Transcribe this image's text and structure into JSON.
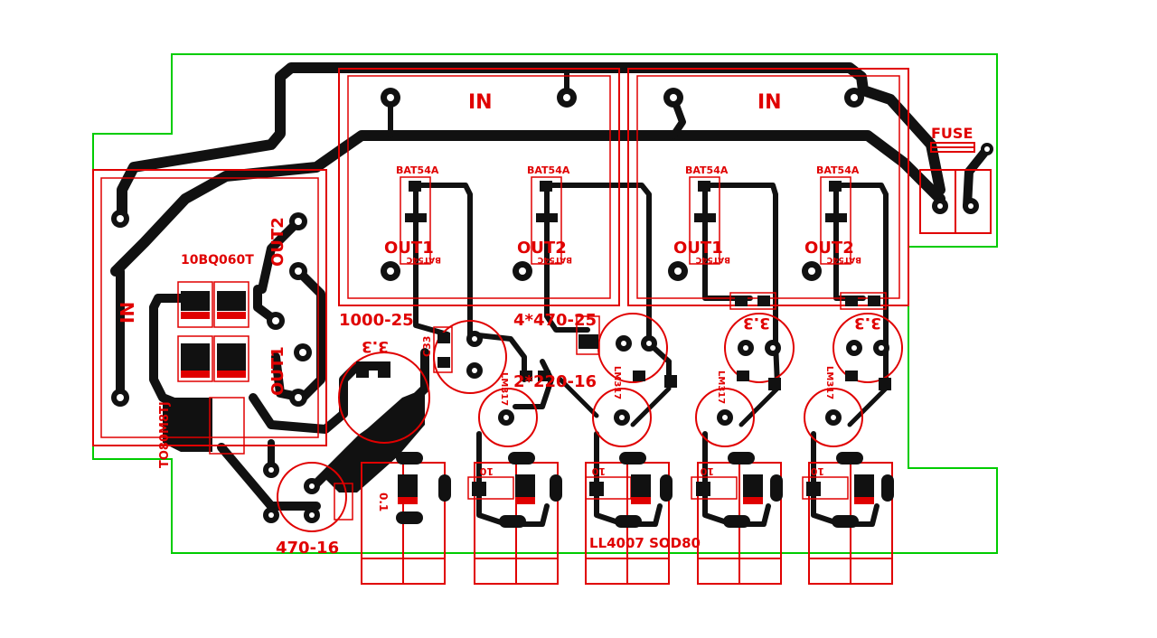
{
  "labels": {
    "in_left": "IN",
    "in_mid": "IN",
    "in_right": "IN",
    "fuse": "FUSE",
    "bat54a_1": "BAT54A",
    "bat54a_2": "BAT54A",
    "bat54a_3": "BAT54A",
    "bat54a_4": "BAT54A",
    "out1_a": "OUT1",
    "out2_a": "OUT2",
    "out1_b": "OUT1",
    "out2_b": "OUT2",
    "out1_left": "OUT1",
    "out2_left": "OUT2",
    "bat54c_1": "BAT54C",
    "bat54c_2": "BAT54C",
    "bat54c_3": "BAT54C",
    "bat54c_4": "BAT54C",
    "diode_10bq": "10BQ060T",
    "to_left": "TO80M8TJ",
    "cap_1000": "1000-25",
    "cap_4x470": "4*470-25",
    "cap_2x220": "2*220-16",
    "cap_470_16": "470-16",
    "c33": "C33",
    "cap_3_3_a": "3.3",
    "cap_3_3_b": "3.3",
    "cap_3_3_c": "3.3",
    "lm_1": "LM317",
    "lm_2": "LM317",
    "lm_3": "LM317",
    "lm_4": "LM317",
    "cap_0_1": "0.1",
    "ll4007": "LL4007 SOD80",
    "cap_10_a": "10",
    "cap_10_b": "10",
    "cap_10_c": "10",
    "cap_10_d": "10"
  },
  "colors": {
    "outline": "#00cc00",
    "silk": "#e00000",
    "copper": "#111111"
  }
}
